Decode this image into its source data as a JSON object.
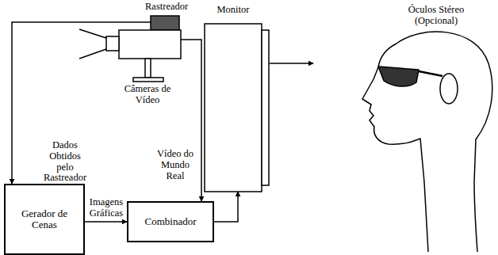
{
  "diagram": {
    "nodes": [
      {
        "text": [
          "Rastreador",
          "Câmeras de Vídeo"
        ]
      },
      {
        "text": [
          "Monitor"
        ]
      },
      {
        "text": [
          "Óculos Stéreo (Opcional)"
        ]
      },
      {
        "text": [
          "Gerador de Cenas"
        ]
      },
      {
        "text": [
          "Combinador"
        ]
      }
    ],
    "edges": [
      {
        "from": 0,
        "to": 3,
        "label": "Dados Obtidos pelo Rastreador",
        "arrow": "to"
      },
      {
        "from": 0,
        "to": 4,
        "label": "Vídeo do Mundo Real",
        "arrow": "to"
      },
      {
        "from": 3,
        "to": 4,
        "label": "Imagens Gráficas",
        "arrow": "to"
      },
      {
        "from": 4,
        "to": 1,
        "arrow": "to"
      },
      {
        "from": 1,
        "to": 2,
        "arrow": "to"
      }
    ]
  }
}
